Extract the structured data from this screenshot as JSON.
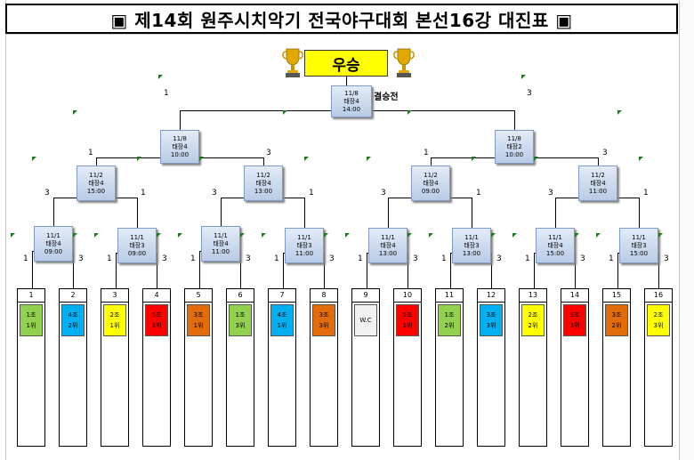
{
  "title": "▣ 제14회 원주시치악기 전국야구대회 본선16강 대진표 ▣",
  "winner_label": "우승",
  "final_label": "결승전",
  "colors": {
    "green": "#92d050",
    "blue": "#00b0f0",
    "yellow": "#ffff00",
    "red": "#ff0000",
    "orange": "#e36c0a",
    "gray": "#f2f2f2",
    "winner": "#ffff00"
  },
  "matches": {
    "final": {
      "date": "11/8",
      "field": "태장4",
      "time": "14:00"
    },
    "semi_left": {
      "date": "11/8",
      "field": "태장4",
      "time": "10:00"
    },
    "semi_right": {
      "date": "11/8",
      "field": "태장2",
      "time": "10:00"
    },
    "qf1": {
      "date": "11/2",
      "field": "태장4",
      "time": "15:00"
    },
    "qf2": {
      "date": "11/2",
      "field": "태장4",
      "time": "13:00"
    },
    "qf3": {
      "date": "11/2",
      "field": "태장4",
      "time": "09:00"
    },
    "qf4": {
      "date": "11/2",
      "field": "태장4",
      "time": "11:00"
    },
    "r1": {
      "date": "11/1",
      "field": "태장4",
      "time": "09:00"
    },
    "r2": {
      "date": "11/1",
      "field": "태장3",
      "time": "09:00"
    },
    "r3": {
      "date": "11/1",
      "field": "태장4",
      "time": "11:00"
    },
    "r4": {
      "date": "11/1",
      "field": "태장3",
      "time": "11:00"
    },
    "r5": {
      "date": "11/1",
      "field": "태장4",
      "time": "13:00"
    },
    "r6": {
      "date": "11/1",
      "field": "태장3",
      "time": "13:00"
    },
    "r7": {
      "date": "11/1",
      "field": "태장4",
      "time": "15:00"
    },
    "r8": {
      "date": "11/1",
      "field": "태장3",
      "time": "15:00"
    }
  },
  "scores": {
    "final_left": "1",
    "final_right": "3",
    "semi_left_l": "1",
    "semi_left_r": "3",
    "semi_right_l": "1",
    "semi_right_r": "3",
    "qf1_l": "3",
    "qf1_r": "1",
    "qf2_l": "3",
    "qf2_r": "1",
    "qf3_l": "3",
    "qf3_r": "1",
    "qf4_l": "3",
    "qf4_r": "1",
    "r1_l": "1",
    "r1_r": "3",
    "r2_l": "1",
    "r2_r": "3",
    "r3_l": "1",
    "r3_r": "3",
    "r4_l": "1",
    "r4_r": "3",
    "r5_l": "1",
    "r5_r": "3",
    "r6_l": "1",
    "r6_r": "3",
    "r7_l": "1",
    "r7_r": "3",
    "r8_l": "1",
    "r8_r": "3"
  },
  "teams": [
    {
      "num": "1",
      "line1": "1조",
      "line2": "1위",
      "color": "green"
    },
    {
      "num": "2",
      "line1": "4조",
      "line2": "2위",
      "color": "blue"
    },
    {
      "num": "3",
      "line1": "2조",
      "line2": "1위",
      "color": "yellow"
    },
    {
      "num": "4",
      "line1": "5조",
      "line2": "2위",
      "color": "red"
    },
    {
      "num": "5",
      "line1": "3조",
      "line2": "1위",
      "color": "orange"
    },
    {
      "num": "6",
      "line1": "1조",
      "line2": "3위",
      "color": "green"
    },
    {
      "num": "7",
      "line1": "4조",
      "line2": "1위",
      "color": "blue"
    },
    {
      "num": "8",
      "line1": "3조",
      "line2": "3위",
      "color": "orange"
    },
    {
      "num": "9",
      "line1": "W.C",
      "line2": "",
      "color": "gray"
    },
    {
      "num": "10",
      "line1": "5조",
      "line2": "1위",
      "color": "red"
    },
    {
      "num": "11",
      "line1": "1조",
      "line2": "2위",
      "color": "green"
    },
    {
      "num": "12",
      "line1": "3조",
      "line2": "3위",
      "color": "blue"
    },
    {
      "num": "13",
      "line1": "2조",
      "line2": "2위",
      "color": "yellow"
    },
    {
      "num": "14",
      "line1": "5조",
      "line2": "3위",
      "color": "red"
    },
    {
      "num": "15",
      "line1": "3조",
      "line2": "2위",
      "color": "orange"
    },
    {
      "num": "16",
      "line1": "2조",
      "line2": "3위",
      "color": "yellow"
    }
  ]
}
